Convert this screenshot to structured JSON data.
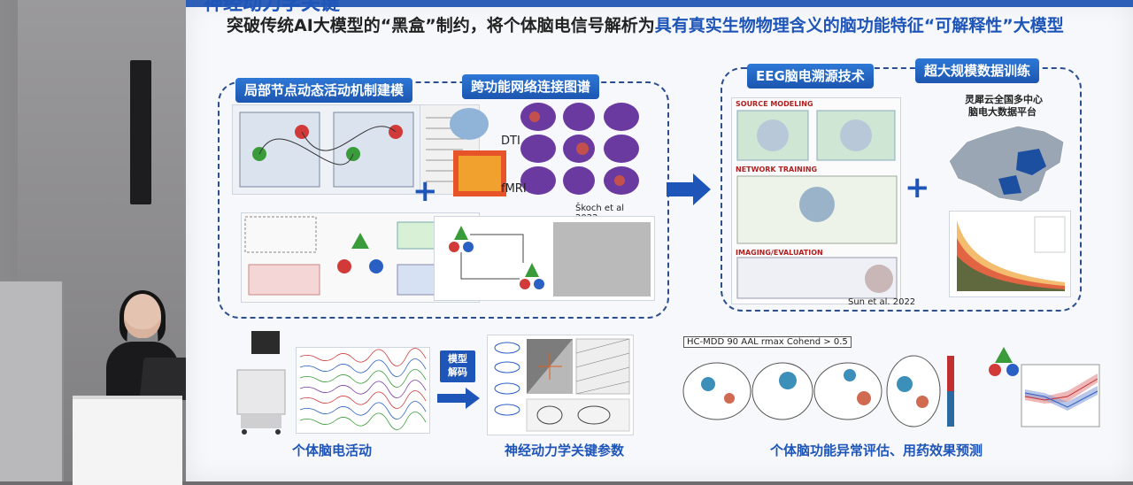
{
  "slide": {
    "heading": "神经动力学关键",
    "subtitle_prefix": "突破传统AI大模型的“黑盒”制约，将个体脑电信号解析为",
    "subtitle_highlight": "具有真实生物物理含义的脑功能特征“可解释性”大模型"
  },
  "tags": {
    "local_modeling": "局部节点动态活动机制建模",
    "network_map": "跨功能网络连接图谱",
    "eeg_source": "EEG脑电溯源技术",
    "large_data": "超大规模数据训练"
  },
  "labels": {
    "dti": "DTI",
    "fmri": "fMRI",
    "skoch": "Škoch et al 2022",
    "sun": "Sun et al. 2022",
    "platform_line1": "灵犀云全国多中心",
    "platform_line2": "脑电大数据平台",
    "decode_line1": "模型",
    "decode_line2": "解码",
    "hc_mdd": "HC-MDD 90 AAL rmax Cohend > 0.5",
    "source_modeling": "SOURCE MODELING",
    "network_training": "NETWORK TRAINING",
    "imaging_eval": "IMAGING/EVALUATION"
  },
  "bottom": {
    "eeg_activity": "个体脑电活动",
    "key_params": "神经动力学关键参数",
    "assessment": "个体脑功能异常评估、用药效果预测"
  },
  "colors": {
    "accent": "#1e55b9",
    "tag": "#1c56b0",
    "dashed": "#2b4f8e"
  }
}
